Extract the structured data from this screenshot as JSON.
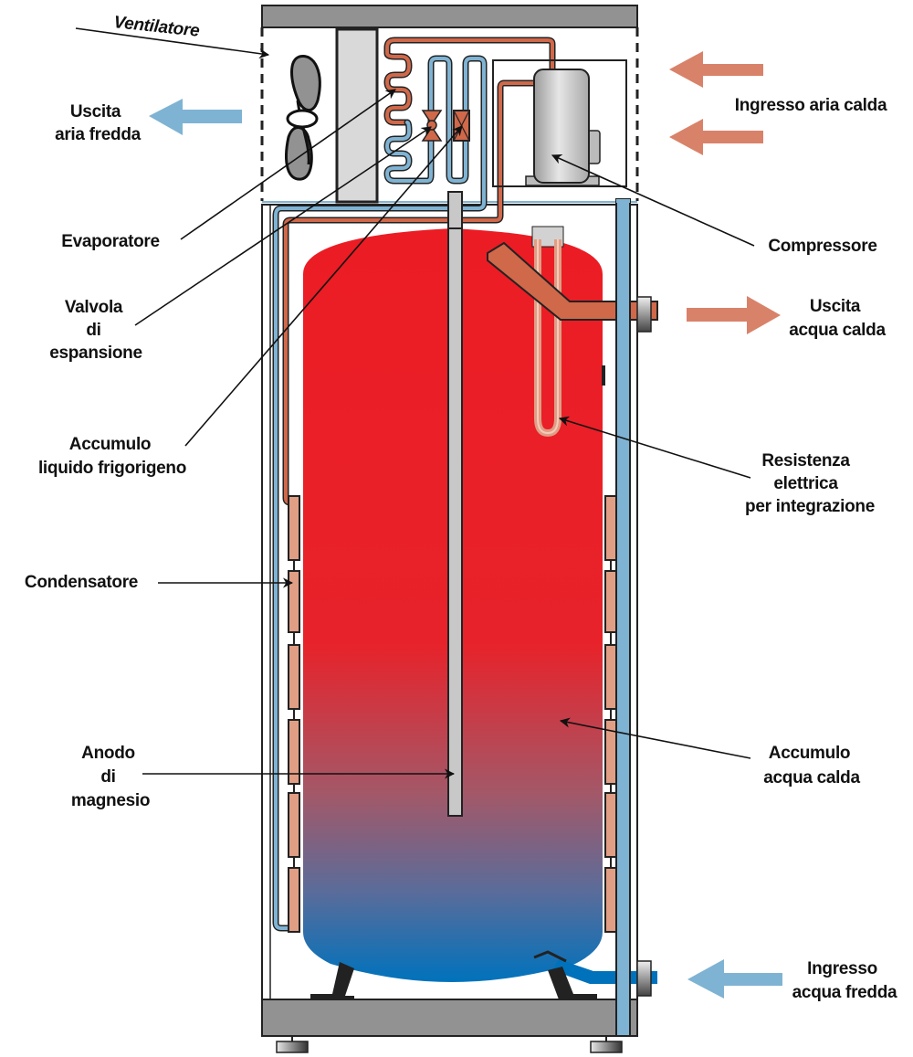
{
  "diagram": {
    "title": "Schema pompa di calore per acqua calda sanitaria",
    "labels": {
      "ventilatore": "Ventilatore",
      "uscita_aria_fredda": [
        "Uscita",
        "aria fredda"
      ],
      "ingresso_aria_calda": "Ingresso aria calda",
      "evaporatore": "Evaporatore",
      "compressore": "Compressore",
      "valvola": [
        "Valvola",
        "di",
        "espansione"
      ],
      "uscita_acqua_calda": [
        "Uscita",
        "acqua calda"
      ],
      "accumulo_liquido": [
        "Accumulo",
        "liquido frigorigeno"
      ],
      "resistenza": [
        "Resistenza",
        "elettrica",
        "per integrazione"
      ],
      "condensatore": "Condensatore",
      "anodo": [
        "Anodo",
        "di",
        "magnesio"
      ],
      "accumulo_acqua": [
        "Accumulo",
        "acqua calda"
      ],
      "ingresso_acqua_fredda": [
        "Ingresso",
        "acqua fredda"
      ]
    },
    "colors": {
      "hot_pipe": "#d0684a",
      "cold_pipe": "#7fb3d3",
      "hot_arrow": "#d9826a",
      "cold_arrow": "#7fb3d3",
      "tank_hot": "#ec1c24",
      "tank_cold": "#0072bc",
      "casing_grey": "#929292",
      "condenser_panel": "#e09e84",
      "anode": "#c8c8c8"
    }
  }
}
